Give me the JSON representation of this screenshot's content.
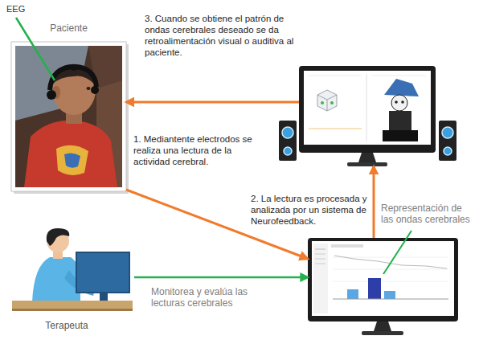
{
  "diagram": {
    "nodes": [
      {
        "text": [
          "Paciente"
        ]
      },
      {
        "text": []
      },
      {
        "text": []
      },
      {
        "text": [
          "Terapeuta"
        ]
      }
    ],
    "edges": [
      {
        "from": 1,
        "to": 0,
        "arrow": "to",
        "label": "3. Cuando se obtiene el patrón de ondas cerebrales deseado se da retroalimentación visual o auditiva al paciente."
      },
      {
        "from": 0,
        "to": 2,
        "arrow": "to",
        "label": "1. Mediantente electrodos se realiza una lectura de la actividad cerebral."
      },
      {
        "from": 2,
        "to": 1,
        "arrow": "to",
        "label": "2. La lectura es procesada y analizada por un sistema de Neurofeedback."
      },
      {
        "from": 3,
        "to": 2,
        "arrow": "to",
        "label": "Monitorea y evalúa las lecturas cerebrales"
      }
    ],
    "labels": [
      "EEG",
      "Representación de las ondas cerebrales"
    ]
  }
}
